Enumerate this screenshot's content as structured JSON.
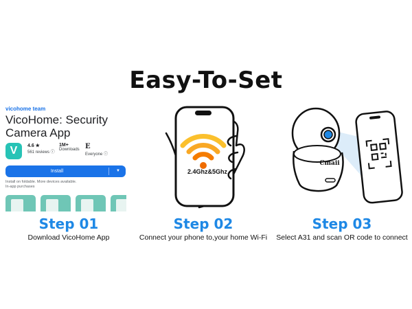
{
  "title": "Easy-To-Set",
  "store": {
    "developer": "vicohome team",
    "app_name": "VicoHome: Security Camera App",
    "icon_letter": "V",
    "rating": "4.6 ★",
    "reviews": "561 reviews ⓘ",
    "downloads_value": "1M+",
    "downloads_label": "Downloads",
    "age_rating_icon": "E",
    "age_rating_label": "Everyone ⓘ",
    "install_label": "Install",
    "note_line1": "Install on foldable. More devices available.",
    "note_line2": "In-app purchases"
  },
  "phone": {
    "wifi_label": "2.4Ghz&5Ghz"
  },
  "camera": {
    "brand": "Cmaii"
  },
  "steps": [
    {
      "title": "Step 01",
      "desc": "Download VicoHome App"
    },
    {
      "title": "Step 02",
      "desc": "Connect your phone to,your home Wi-Fi"
    },
    {
      "title": "Step 03",
      "desc": "Select A31 and scan OR code to connect"
    }
  ],
  "colors": {
    "accent": "#1e88e5",
    "install": "#1a73e8",
    "wifi_top": "#f9a825",
    "wifi_bottom": "#ef6c00",
    "lens": "#1e88e5",
    "app_icon": "#27c3b6"
  },
  "icons": [
    "wifi-icon",
    "qr-code-icon",
    "hand-holding-phone-icon",
    "security-camera-icon"
  ]
}
